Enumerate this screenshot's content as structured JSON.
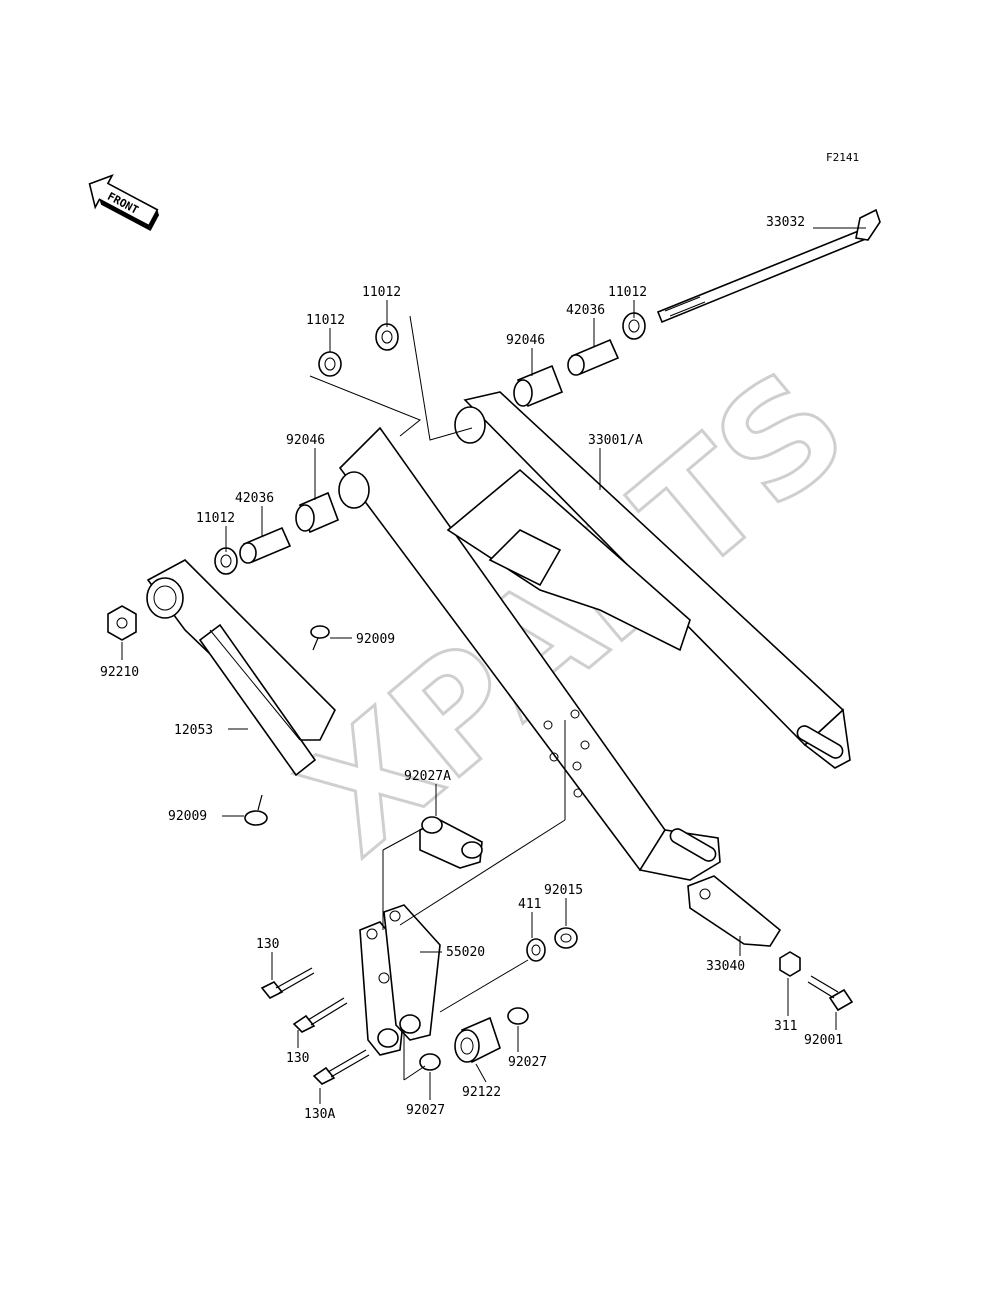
{
  "figure_code": "F2141",
  "front_arrow_text": "FRONT",
  "watermark_text": "XPARTS",
  "part_labels": {
    "p33032": "33032",
    "p11012_right": "11012",
    "p42036_right": "42036",
    "p92046_right": "92046",
    "p11012_top": "11012",
    "p11012_left_upper": "11012",
    "p33001": "33001/A",
    "p92046_left": "92046",
    "p42036_left": "42036",
    "p11012_left": "11012",
    "p92009_upper": "92009",
    "p92210": "92210",
    "p12053": "12053",
    "p92009_lower": "92009",
    "p92027A": "92027A",
    "p92015": "92015",
    "p411": "411",
    "p130_upper": "130",
    "p55020": "55020",
    "p33040": "33040",
    "p130_mid": "130",
    "p311": "311",
    "p92027_right": "92027",
    "p92001": "92001",
    "p92122": "92122",
    "p130A": "130A",
    "p92027_bottom": "92027"
  }
}
